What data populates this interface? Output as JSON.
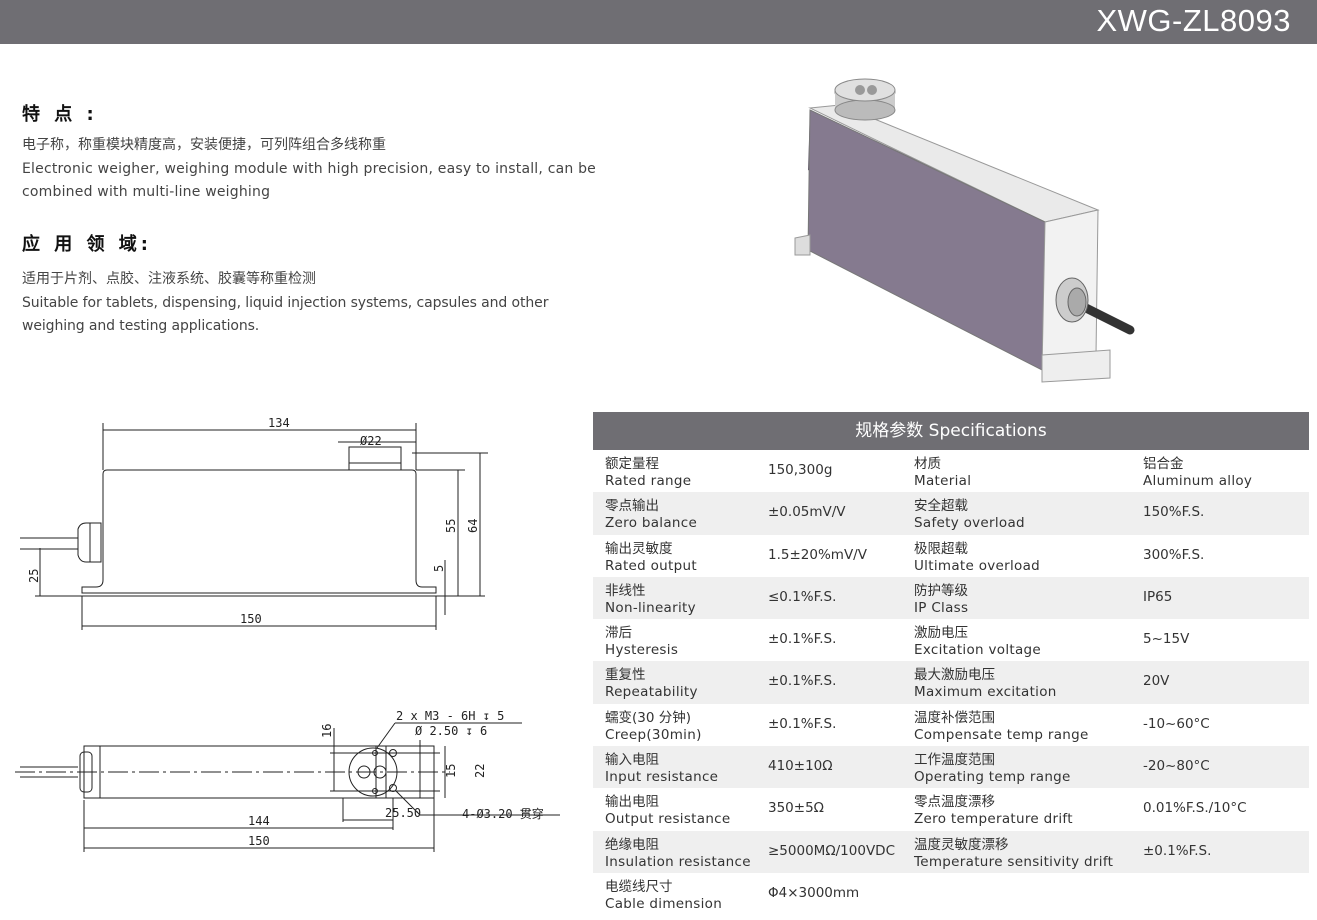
{
  "header": {
    "title": "XWG-ZL8093"
  },
  "features": {
    "heading": "特 点 :",
    "cn": "电子称，称重模块精度高，安装便捷，可列阵组合多线称重",
    "en": "Electronic weigher, weighing module with high precision, easy to install, can be combined with multi-line weighing"
  },
  "applications": {
    "heading": "应 用 领 域:",
    "cn": "适用于片剂、点胶、注液系统、胶囊等称重检测",
    "en": "Suitable for tablets, dispensing, liquid injection systems, capsules and other weighing and testing applications."
  },
  "drawing_side": {
    "d134": "134",
    "d22": "Ø22",
    "d55": "55",
    "d64": "64",
    "d5": "5",
    "d25": "25",
    "d150": "150"
  },
  "drawing_top": {
    "note1": "2 x  M3 - 6H ↧ 5",
    "note2": "Ø 2.50 ↧ 6",
    "d16": "16",
    "d15": "15",
    "d22": "22",
    "d2550": "25.50",
    "holes": "4-Ø3.20 贯穿",
    "d144": "144",
    "d150": "150"
  },
  "specs": {
    "title": "规格参数  Specifications",
    "rows": [
      {
        "cn": "额定量程",
        "en": "Rated range",
        "value": "150,300g",
        "cn2": "材质",
        "en2": "Material",
        "value2_cn": "铝合金",
        "value2": "Aluminum alloy"
      },
      {
        "cn": "零点输出",
        "en": "Zero balance",
        "value": "±0.05mV/V",
        "cn2": "安全超载",
        "en2": "Safety overload",
        "value2": "150%F.S."
      },
      {
        "cn": "输出灵敏度",
        "en": "Rated output",
        "value": "1.5±20%mV/V",
        "cn2": "极限超载",
        "en2": "Ultimate overload",
        "value2": "300%F.S."
      },
      {
        "cn": "非线性",
        "en": "Non-linearity",
        "value": "≤0.1%F.S.",
        "cn2": "防护等级",
        "en2": "IP Class",
        "value2": "IP65"
      },
      {
        "cn": "滞后",
        "en": "Hysteresis",
        "value": "±0.1%F.S.",
        "cn2": "激励电压",
        "en2": "Excitation voltage",
        "value2": "5~15V"
      },
      {
        "cn": "重复性",
        "en": "Repeatability",
        "value": "±0.1%F.S.",
        "cn2": "最大激励电压",
        "en2": "Maximum excitation",
        "value2": "20V"
      },
      {
        "cn": "蠕变(30 分钟)",
        "en": "Creep(30min)",
        "value": "±0.1%F.S.",
        "cn2": "温度补偿范围",
        "en2": "Compensate temp range",
        "value2": "-10~60°C"
      },
      {
        "cn": "输入电阻",
        "en": "Input resistance",
        "value": "410±10Ω",
        "cn2": "工作温度范围",
        "en2": "Operating temp range",
        "value2": "-20~80°C"
      },
      {
        "cn": "输出电阻",
        "en": "Output resistance",
        "value": "350±5Ω",
        "cn2": "零点温度漂移",
        "en2": "Zero temperature drift",
        "value2": "0.01%F.S./10°C"
      },
      {
        "cn": "绝缘电阻",
        "en": "Insulation resistance",
        "value": "≥5000MΩ/100VDC",
        "cn2": "温度灵敏度漂移",
        "en2": "Temperature sensitivity drift",
        "value2": "±0.1%F.S."
      },
      {
        "cn": "电缆线尺寸",
        "en": "Cable dimension",
        "value": "Φ4×3000mm"
      }
    ]
  }
}
